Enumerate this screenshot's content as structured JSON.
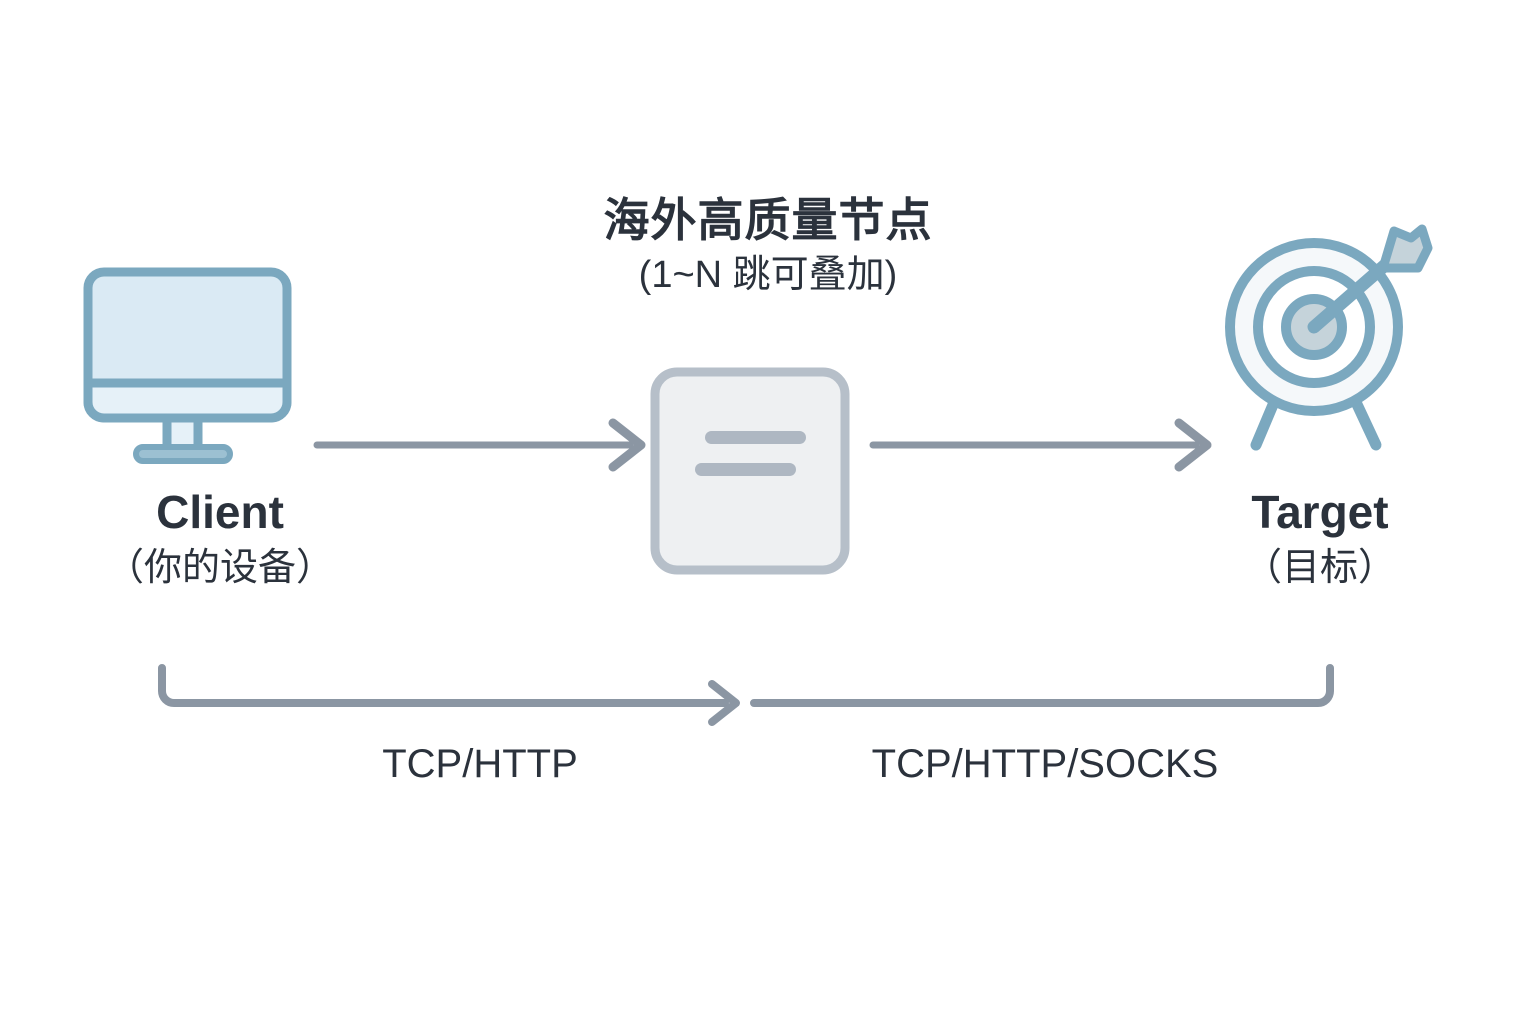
{
  "diagram": {
    "background_color": "#ffffff",
    "text_color": "#2b323c",
    "accent_blue": "#7ba8bf",
    "accent_blue_fill": "#daeaf4",
    "node_fill": "#eef0f2",
    "node_border": "#b6bfc9",
    "arrow_color": "#8b96a3",
    "bracket_color": "#8b96a3"
  },
  "title": {
    "main": "海外高质量节点",
    "sub": "(1~N 跳可叠加)"
  },
  "nodes": {
    "client": {
      "icon": "desktop-monitor-icon",
      "name": "Client",
      "sub": "（你的设备）"
    },
    "relay": {
      "icon": "server-node-icon"
    },
    "target": {
      "icon": "target-bullseye-arrow-icon",
      "name": "Target",
      "sub": "（目标）"
    }
  },
  "flow_arrows": [
    {
      "name": "client-to-node-arrow",
      "from": "client",
      "to": "relay"
    },
    {
      "name": "node-to-target-arrow",
      "from": "relay",
      "to": "target"
    }
  ],
  "protocol_spans": [
    {
      "name": "client-to-node-protocol",
      "label": "TCP/HTTP"
    },
    {
      "name": "node-to-target-protocol",
      "label": "TCP/HTTP/SOCKS"
    }
  ]
}
